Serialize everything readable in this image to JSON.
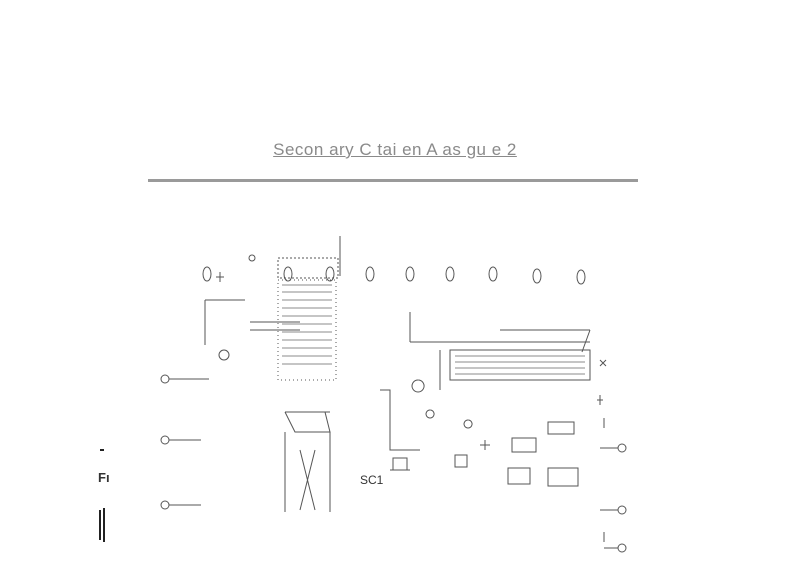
{
  "page": {
    "title": "Secon ary C tai en A as gu e 2",
    "side_label": "Fı",
    "diagram_text": {
      "sc_label": "SC1"
    },
    "colors": {
      "title": "#8a8a8a",
      "rule": "#9a9a9a",
      "ink": "#333333",
      "background": "#ffffff"
    }
  }
}
